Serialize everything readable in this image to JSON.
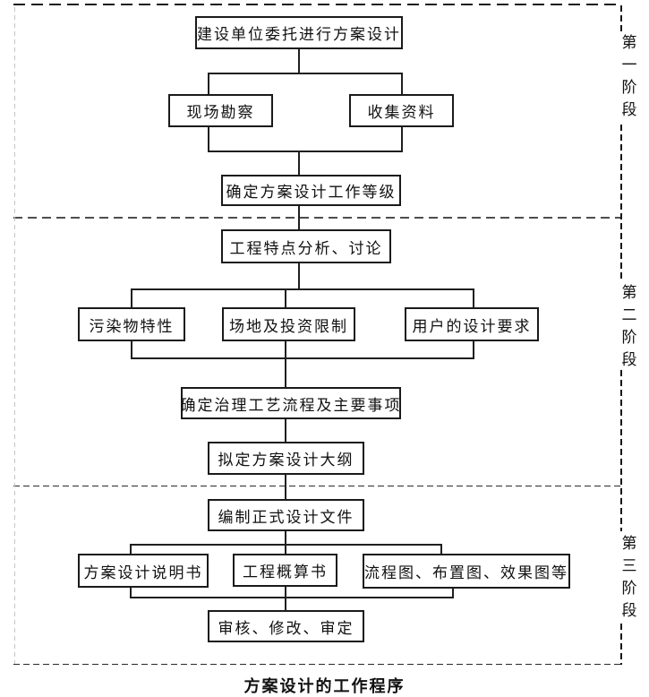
{
  "figure": {
    "caption": "方案设计的工作程序"
  },
  "stages": [
    {
      "label": "第一阶段",
      "chars": [
        "第",
        "一",
        "阶",
        "段"
      ]
    },
    {
      "label": "第二阶段",
      "chars": [
        "第",
        "二",
        "阶",
        "段"
      ]
    },
    {
      "label": "第三阶段",
      "chars": [
        "第",
        "三",
        "阶",
        "段"
      ]
    }
  ],
  "nodes": {
    "commission": "建设单位委托进行方案设计",
    "site_survey": "现场勘察",
    "collect_data": "收集资料",
    "work_level": "确定方案设计工作等级",
    "feature_analysis": "工程特点分析、讨论",
    "pollutant": "污染物特性",
    "site_investment": "场地及投资限制",
    "user_requirements": "用户的设计要求",
    "process_main_items": "确定治理工艺流程及主要事项",
    "draft_outline": "拟定方案设计大纲",
    "formal_documents": "编制正式设计文件",
    "design_spec": "方案设计说明书",
    "budget_book": "工程概算书",
    "drawings": "流程图、布置图、效果图等",
    "review": "审核、修改、审定"
  }
}
